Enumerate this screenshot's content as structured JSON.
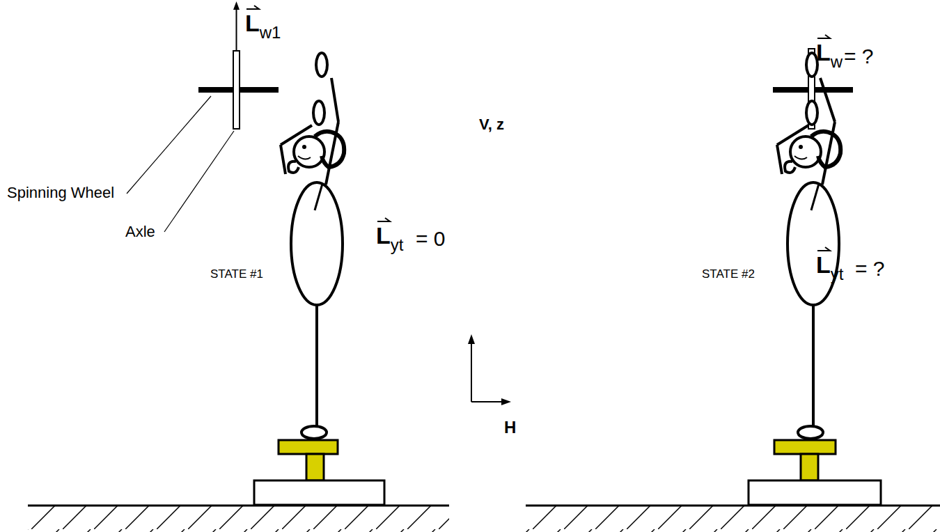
{
  "diagram": {
    "labels": [
      "Lw1",
      "Spinning Wheel",
      "Axle",
      "Lyt",
      "= 0",
      "V, z",
      "H",
      "STATE #1",
      "STATE #2",
      "Lw",
      "= ?",
      "Lyt",
      "= ?"
    ]
  }
}
